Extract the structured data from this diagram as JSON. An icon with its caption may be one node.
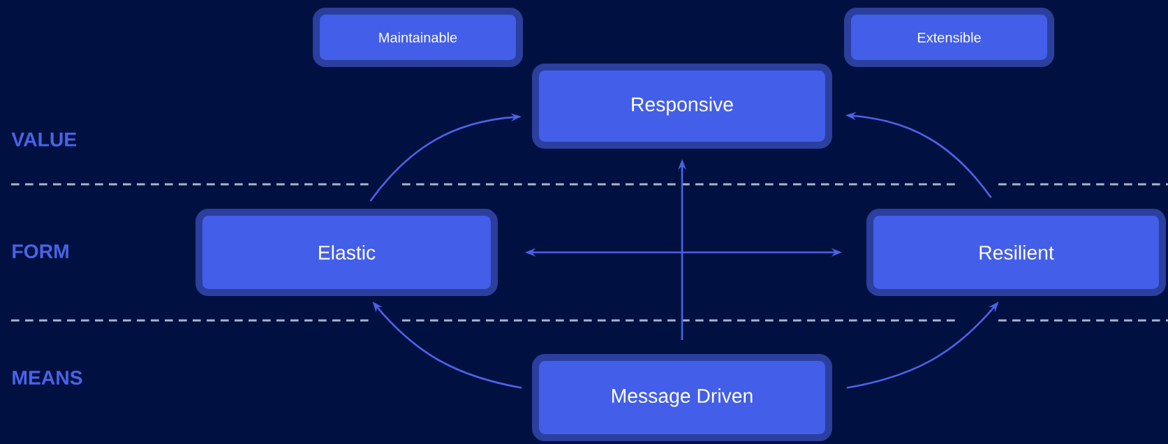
{
  "diagram": {
    "nodes": [
      {
        "text": [
          "Maintainable"
        ]
      },
      {
        "text": [
          "Extensible"
        ]
      },
      {
        "text": [
          "Responsive"
        ]
      },
      {
        "text": [
          "Elastic"
        ]
      },
      {
        "text": [
          "Resilient"
        ]
      },
      {
        "text": [
          "Message Driven"
        ]
      }
    ],
    "edges": [
      {
        "from": 3,
        "to": 2,
        "arrow": "to"
      },
      {
        "from": 4,
        "to": 2,
        "arrow": "to"
      },
      {
        "from": 5,
        "to": 3,
        "arrow": "to"
      },
      {
        "from": 5,
        "to": 4,
        "arrow": "to"
      },
      {
        "from": 5,
        "to": 2,
        "arrow": "to"
      },
      {
        "from": 3,
        "to": 4,
        "arrow": "both"
      }
    ],
    "labels": [
      "VALUE",
      "FORM",
      "MEANS"
    ]
  }
}
